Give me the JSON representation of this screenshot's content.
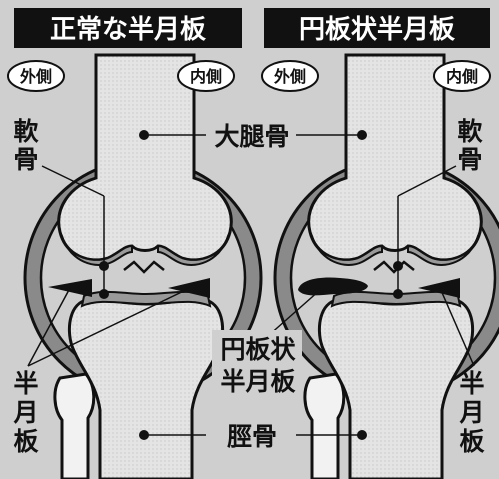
{
  "panels": [
    {
      "title": "正常な半月板",
      "outer_label": "外側",
      "inner_label": "内側"
    },
    {
      "title": "円板状半月板",
      "outer_label": "外側",
      "inner_label": "内側"
    }
  ],
  "labels": {
    "femur": "大腿骨",
    "tibia": "脛骨",
    "cartilage_left": [
      "軟",
      "骨"
    ],
    "cartilage_right": [
      "軟",
      "骨"
    ],
    "meniscus_left": [
      "半",
      "月",
      "板"
    ],
    "meniscus_right": [
      "半",
      "月",
      "板"
    ],
    "discoid_meniscus": [
      "円板状",
      "半月板"
    ]
  }
}
